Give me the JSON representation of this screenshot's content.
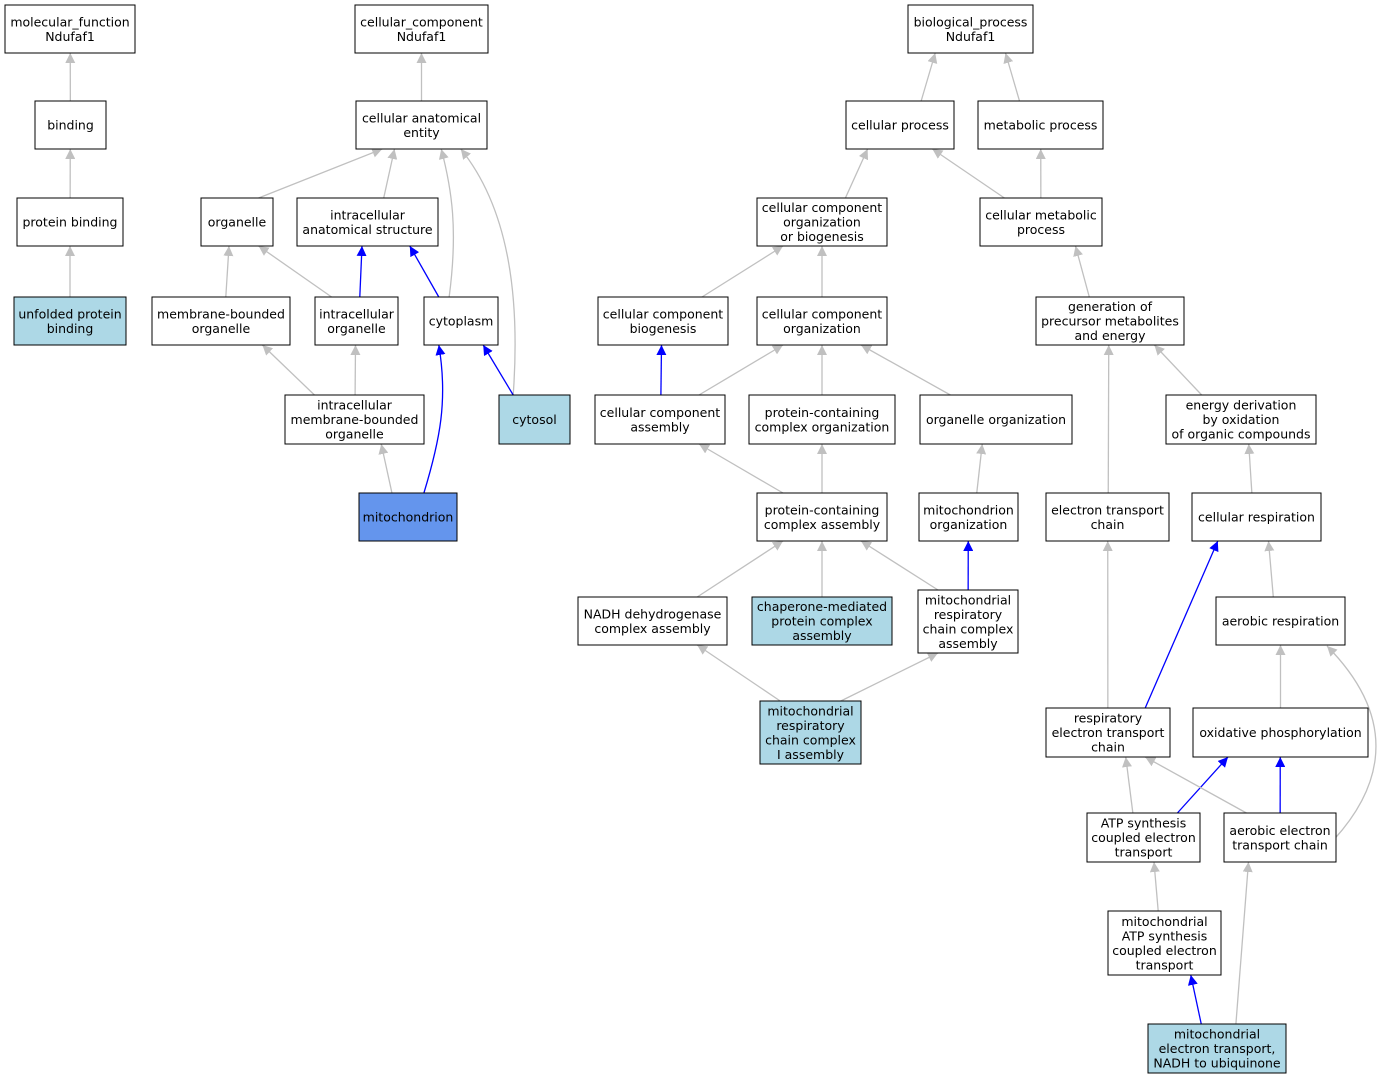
{
  "colors": {
    "plain": "#ffffff",
    "annotated": "#add8e6",
    "focus": "#6495ed",
    "edge_is_a": "#c0c0c0",
    "edge_part_of": "#0000ff"
  },
  "nodes": [
    {
      "id": "mf",
      "lines": [
        "molecular_function",
        "Ndufaf1"
      ],
      "fill": "plain"
    },
    {
      "id": "binding",
      "lines": [
        "binding"
      ],
      "fill": "plain"
    },
    {
      "id": "protein_binding",
      "lines": [
        "protein binding"
      ],
      "fill": "plain"
    },
    {
      "id": "unfolded_protein_binding",
      "lines": [
        "unfolded protein",
        "binding"
      ],
      "fill": "annotated"
    },
    {
      "id": "cc",
      "lines": [
        "cellular_component",
        "Ndufaf1"
      ],
      "fill": "plain"
    },
    {
      "id": "cae",
      "lines": [
        "cellular anatomical",
        "entity"
      ],
      "fill": "plain"
    },
    {
      "id": "organelle",
      "lines": [
        "organelle"
      ],
      "fill": "plain"
    },
    {
      "id": "ias",
      "lines": [
        "intracellular",
        "anatomical structure"
      ],
      "fill": "plain"
    },
    {
      "id": "mbo",
      "lines": [
        "membrane-bounded",
        "organelle"
      ],
      "fill": "plain"
    },
    {
      "id": "io",
      "lines": [
        "intracellular",
        "organelle"
      ],
      "fill": "plain"
    },
    {
      "id": "cytoplasm",
      "lines": [
        "cytoplasm"
      ],
      "fill": "plain"
    },
    {
      "id": "imbo",
      "lines": [
        "intracellular",
        "membrane-bounded",
        "organelle"
      ],
      "fill": "plain"
    },
    {
      "id": "cytosol",
      "lines": [
        "cytosol"
      ],
      "fill": "annotated"
    },
    {
      "id": "mitochondrion",
      "lines": [
        "mitochondrion"
      ],
      "fill": "focus"
    },
    {
      "id": "bp",
      "lines": [
        "biological_process",
        "Ndufaf1"
      ],
      "fill": "plain"
    },
    {
      "id": "cp",
      "lines": [
        "cellular process"
      ],
      "fill": "plain"
    },
    {
      "id": "mp",
      "lines": [
        "metabolic process"
      ],
      "fill": "plain"
    },
    {
      "id": "ccob",
      "lines": [
        "cellular component",
        "organization",
        "or biogenesis"
      ],
      "fill": "plain"
    },
    {
      "id": "cmp",
      "lines": [
        "cellular metabolic",
        "process"
      ],
      "fill": "plain"
    },
    {
      "id": "ccb",
      "lines": [
        "cellular component",
        "biogenesis"
      ],
      "fill": "plain"
    },
    {
      "id": "cco",
      "lines": [
        "cellular component",
        "organization"
      ],
      "fill": "plain"
    },
    {
      "id": "gpme",
      "lines": [
        "generation of",
        "precursor metabolites",
        "and energy"
      ],
      "fill": "plain"
    },
    {
      "id": "cca",
      "lines": [
        "cellular component",
        "assembly"
      ],
      "fill": "plain"
    },
    {
      "id": "pcco",
      "lines": [
        "protein-containing",
        "complex organization"
      ],
      "fill": "plain"
    },
    {
      "id": "oo",
      "lines": [
        "organelle organization"
      ],
      "fill": "plain"
    },
    {
      "id": "edoo",
      "lines": [
        "energy derivation",
        "by oxidation",
        "of organic compounds"
      ],
      "fill": "plain"
    },
    {
      "id": "pcca",
      "lines": [
        "protein-containing",
        "complex assembly"
      ],
      "fill": "plain"
    },
    {
      "id": "mo",
      "lines": [
        "mitochondrion",
        "organization"
      ],
      "fill": "plain"
    },
    {
      "id": "etc",
      "lines": [
        "electron transport",
        "chain"
      ],
      "fill": "plain"
    },
    {
      "id": "cr",
      "lines": [
        "cellular respiration"
      ],
      "fill": "plain"
    },
    {
      "id": "ndca",
      "lines": [
        "NADH dehydrogenase",
        "complex assembly"
      ],
      "fill": "plain"
    },
    {
      "id": "cmpca",
      "lines": [
        "chaperone-mediated",
        "protein complex",
        "assembly"
      ],
      "fill": "annotated"
    },
    {
      "id": "mrcca",
      "lines": [
        "mitochondrial",
        "respiratory",
        "chain complex",
        "assembly"
      ],
      "fill": "plain"
    },
    {
      "id": "ar",
      "lines": [
        "aerobic respiration"
      ],
      "fill": "plain"
    },
    {
      "id": "mrcc1a",
      "lines": [
        "mitochondrial",
        "respiratory",
        "chain complex",
        "I assembly"
      ],
      "fill": "annotated"
    },
    {
      "id": "retc",
      "lines": [
        "respiratory",
        "electron transport",
        "chain"
      ],
      "fill": "plain"
    },
    {
      "id": "op",
      "lines": [
        "oxidative phosphorylation"
      ],
      "fill": "plain"
    },
    {
      "id": "atpset",
      "lines": [
        "ATP synthesis",
        "coupled electron",
        "transport"
      ],
      "fill": "plain"
    },
    {
      "id": "aetc",
      "lines": [
        "aerobic electron",
        "transport chain"
      ],
      "fill": "plain"
    },
    {
      "id": "matpset",
      "lines": [
        "mitochondrial",
        "ATP synthesis",
        "coupled electron",
        "transport"
      ],
      "fill": "plain"
    },
    {
      "id": "metnu",
      "lines": [
        "mitochondrial",
        "electron transport,",
        "NADH to ubiquinone"
      ],
      "fill": "annotated"
    }
  ],
  "edges": [
    {
      "from": "binding",
      "to": "mf",
      "kind": "is_a"
    },
    {
      "from": "protein_binding",
      "to": "binding",
      "kind": "is_a"
    },
    {
      "from": "unfolded_protein_binding",
      "to": "protein_binding",
      "kind": "is_a"
    },
    {
      "from": "cae",
      "to": "cc",
      "kind": "is_a"
    },
    {
      "from": "organelle",
      "to": "cae",
      "kind": "is_a"
    },
    {
      "from": "ias",
      "to": "cae",
      "kind": "is_a"
    },
    {
      "from": "cytoplasm",
      "to": "cae",
      "kind": "is_a"
    },
    {
      "from": "cytosol",
      "to": "cae",
      "kind": "is_a"
    },
    {
      "from": "mbo",
      "to": "organelle",
      "kind": "is_a"
    },
    {
      "from": "io",
      "to": "organelle",
      "kind": "is_a"
    },
    {
      "from": "io",
      "to": "ias",
      "kind": "part_of"
    },
    {
      "from": "cytoplasm",
      "to": "ias",
      "kind": "part_of"
    },
    {
      "from": "imbo",
      "to": "mbo",
      "kind": "is_a"
    },
    {
      "from": "imbo",
      "to": "io",
      "kind": "is_a"
    },
    {
      "from": "cytosol",
      "to": "cytoplasm",
      "kind": "part_of"
    },
    {
      "from": "mitochondrion",
      "to": "imbo",
      "kind": "is_a"
    },
    {
      "from": "mitochondrion",
      "to": "cytoplasm",
      "kind": "part_of"
    },
    {
      "from": "cp",
      "to": "bp",
      "kind": "is_a"
    },
    {
      "from": "mp",
      "to": "bp",
      "kind": "is_a"
    },
    {
      "from": "ccob",
      "to": "cp",
      "kind": "is_a"
    },
    {
      "from": "cmp",
      "to": "cp",
      "kind": "is_a"
    },
    {
      "from": "cmp",
      "to": "mp",
      "kind": "is_a"
    },
    {
      "from": "ccb",
      "to": "ccob",
      "kind": "is_a"
    },
    {
      "from": "cco",
      "to": "ccob",
      "kind": "is_a"
    },
    {
      "from": "gpme",
      "to": "cmp",
      "kind": "is_a"
    },
    {
      "from": "cca",
      "to": "ccb",
      "kind": "part_of"
    },
    {
      "from": "cca",
      "to": "cco",
      "kind": "is_a"
    },
    {
      "from": "pcco",
      "to": "cco",
      "kind": "is_a"
    },
    {
      "from": "oo",
      "to": "cco",
      "kind": "is_a"
    },
    {
      "from": "edoo",
      "to": "gpme",
      "kind": "is_a"
    },
    {
      "from": "etc",
      "to": "gpme",
      "kind": "is_a"
    },
    {
      "from": "pcca",
      "to": "cca",
      "kind": "is_a"
    },
    {
      "from": "pcca",
      "to": "pcco",
      "kind": "is_a"
    },
    {
      "from": "mo",
      "to": "oo",
      "kind": "is_a"
    },
    {
      "from": "cr",
      "to": "edoo",
      "kind": "is_a"
    },
    {
      "from": "ndca",
      "to": "pcca",
      "kind": "is_a"
    },
    {
      "from": "cmpca",
      "to": "pcca",
      "kind": "is_a"
    },
    {
      "from": "mrcca",
      "to": "pcca",
      "kind": "is_a"
    },
    {
      "from": "mrcca",
      "to": "mo",
      "kind": "part_of"
    },
    {
      "from": "mrcc1a",
      "to": "ndca",
      "kind": "is_a"
    },
    {
      "from": "mrcc1a",
      "to": "mrcca",
      "kind": "is_a"
    },
    {
      "from": "ar",
      "to": "cr",
      "kind": "is_a"
    },
    {
      "from": "retc",
      "to": "etc",
      "kind": "is_a"
    },
    {
      "from": "retc",
      "to": "cr",
      "kind": "part_of"
    },
    {
      "from": "op",
      "to": "ar",
      "kind": "is_a"
    },
    {
      "from": "atpset",
      "to": "retc",
      "kind": "is_a"
    },
    {
      "from": "atpset",
      "to": "op",
      "kind": "part_of"
    },
    {
      "from": "aetc",
      "to": "retc",
      "kind": "is_a"
    },
    {
      "from": "aetc",
      "to": "op",
      "kind": "part_of"
    },
    {
      "from": "aetc",
      "to": "ar",
      "kind": "is_a"
    },
    {
      "from": "matpset",
      "to": "atpset",
      "kind": "is_a"
    },
    {
      "from": "metnu",
      "to": "matpset",
      "kind": "part_of"
    },
    {
      "from": "metnu",
      "to": "aetc",
      "kind": "is_a"
    }
  ]
}
